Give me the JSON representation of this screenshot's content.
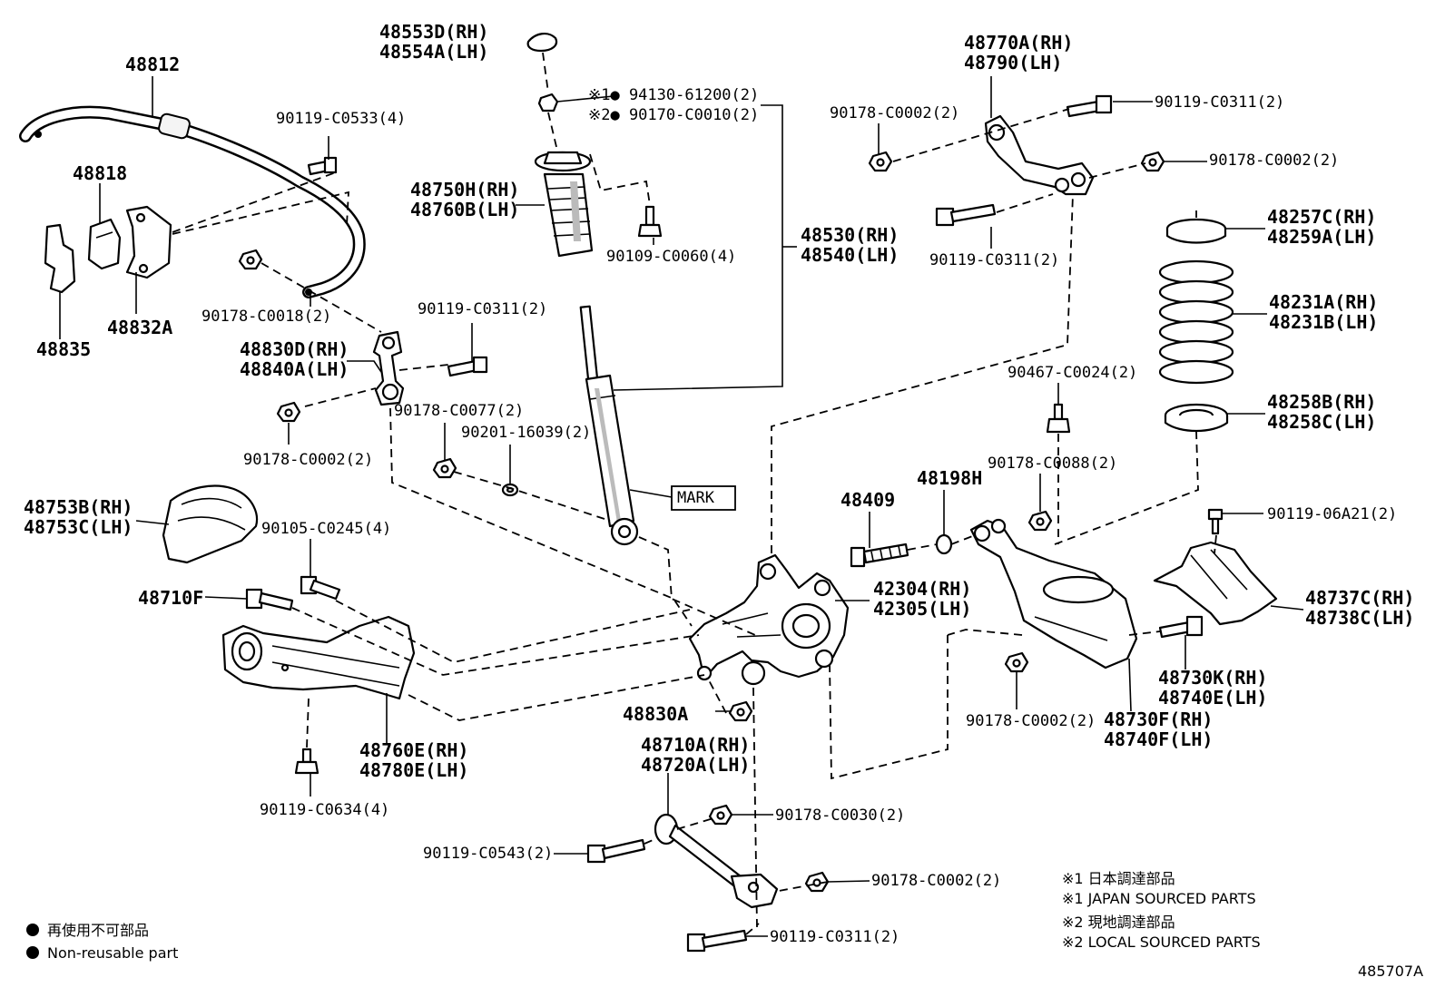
{
  "labels": {
    "p48553d": "48553D(RH)",
    "p48554a": "48554A(LH)",
    "p94130": "※1● 94130-61200(2)",
    "p90170": "※2● 90170-C0010(2)",
    "p48812": "48812",
    "p90119_c0533": "90119-C0533(4)",
    "p48818": "48818",
    "p48832a": "48832A",
    "p48835": "48835",
    "p48750h": "48750H(RH)",
    "p48760b": "48760B(LH)",
    "p90109_c0060": "90109-C0060(4)",
    "p48530": "48530(RH)",
    "p48540": "48540(LH)",
    "p90178_c0018": "90178-C0018(2)",
    "p90119_c0311_a": "90119-C0311(2)",
    "p48830d": "48830D(RH)",
    "p48840a": "48840A(LH)",
    "p90178_c0077": "90178-C0077(2)",
    "p90201_16039": "90201-16039(2)",
    "p90178_c0002_a": "90178-C0002(2)",
    "mark": "MARK",
    "p48753b": "48753B(RH)",
    "p48753c": "48753C(LH)",
    "p90105_c0245": "90105-C0245(4)",
    "p48710f": "48710F",
    "p48760e": "48760E(RH)",
    "p48780e": "48780E(LH)",
    "p90119_c0634": "90119-C0634(4)",
    "p48830a": "48830A",
    "p48710a": "48710A(RH)",
    "p48720a": "48720A(LH)",
    "p90178_c0030": "90178-C0030(2)",
    "p90119_c0543": "90119-C0543(2)",
    "p90178_c0002_b": "90178-C0002(2)",
    "p90119_c0311_b": "90119-C0311(2)",
    "p48770a": "48770A(RH)",
    "p48790": "48790(LH)",
    "p90178_c0002_c": "90178-C0002(2)",
    "p90119_c0311_c": "90119-C0311(2)",
    "p90178_c0002_d": "90178-C0002(2)",
    "p90119_c0311_d": "90119-C0311(2)",
    "p48257c": "48257C(RH)",
    "p48259a": "48259A(LH)",
    "p48231a": "48231A(RH)",
    "p48231b": "48231B(LH)",
    "p90467_c0024": "90467-C0024(2)",
    "p48258b": "48258B(RH)",
    "p48258c": "48258C(LH)",
    "p90178_c0088": "90178-C0088(2)",
    "p48409": "48409",
    "p48198h": "48198H",
    "p90119_06a21": "90119-06A21(2)",
    "p42304": "42304(RH)",
    "p42305": "42305(LH)",
    "p48737c": "48737C(RH)",
    "p48738c": "48738C(LH)",
    "p48730k": "48730K(RH)",
    "p48740e": "48740E(LH)",
    "p90178_c0002_e": "90178-C0002(2)",
    "p48730f": "48730F(RH)",
    "p48740f": "48740F(LH)"
  },
  "legend": {
    "non_reusable_jp": "再使用不可部品",
    "non_reusable_en": "Non-reusable part",
    "note1_jp": "※1 日本調達部品",
    "note1_en": "※1 JAPAN SOURCED PARTS",
    "note2_jp": "※2 現地調達部品",
    "note2_en": "※2 LOCAL SOURCED PARTS"
  },
  "figure_id": "485707A"
}
